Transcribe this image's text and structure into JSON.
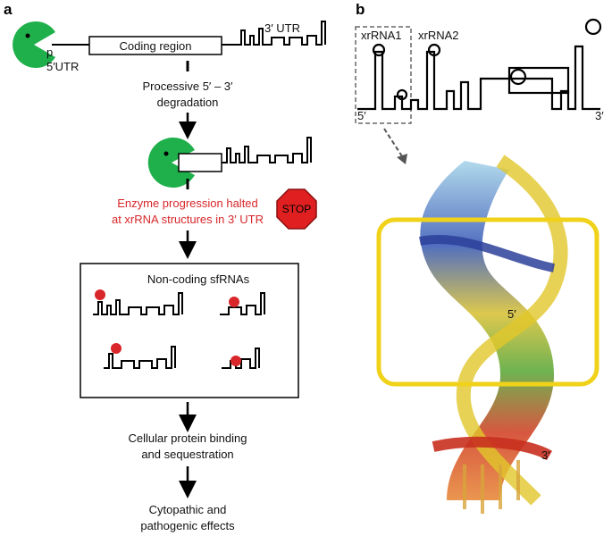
{
  "panels": {
    "a": "a",
    "b": "b"
  },
  "panel_a": {
    "cap_label": "p",
    "five_utr": "5′UTR",
    "coding_region": "Coding region",
    "three_utr": "3′ UTR",
    "step1_line1": "Processive 5′ – 3′",
    "step1_line2": "degradation",
    "halt_line1": "Enzyme progression halted",
    "halt_line2": "at xrRNA structures in 3′ UTR",
    "stop_sign": "STOP",
    "box_title": "Non-coding sfRNAs",
    "step3_line1": "Cellular protein binding",
    "step3_line2": "and sequestration",
    "step4_line1": "Cytopathic and",
    "step4_line2": "pathogenic effects"
  },
  "panel_b": {
    "xrrna1": "xrRNA1",
    "xrrna2": "xrRNA2",
    "five_prime": "5′",
    "three_prime": "3′",
    "model_five_prime": "5′",
    "model_three_prime": "3′"
  },
  "colors": {
    "enzyme": "#1fb04b",
    "halt_text": "#d8262a",
    "stop_fill": "#e02020",
    "highlight_box": "#f0d21b",
    "sfrna_dot": "#d8262a"
  }
}
